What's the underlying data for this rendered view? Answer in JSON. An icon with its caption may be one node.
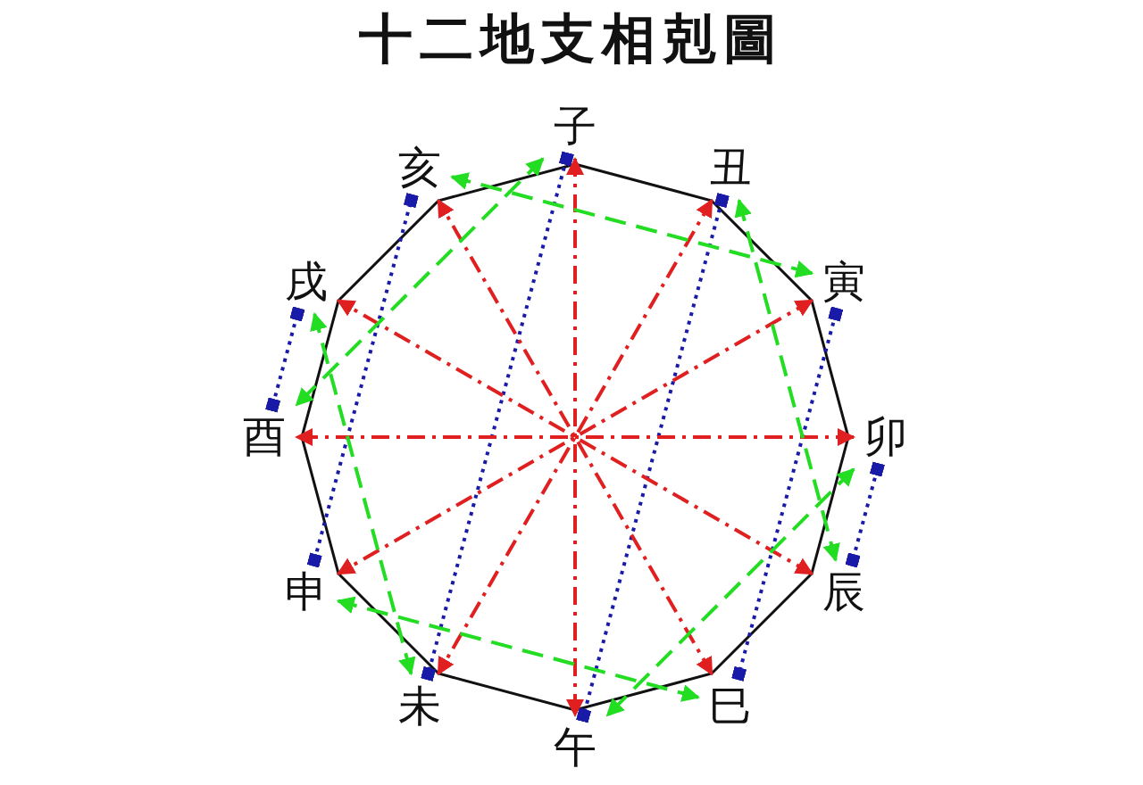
{
  "diagram": {
    "title": "十二地支相剋圖",
    "nodes": [
      {
        "text": [
          "子"
        ]
      },
      {
        "text": [
          "丑"
        ]
      },
      {
        "text": [
          "寅"
        ]
      },
      {
        "text": [
          "卯"
        ]
      },
      {
        "text": [
          "辰"
        ]
      },
      {
        "text": [
          "巳"
        ]
      },
      {
        "text": [
          "午"
        ]
      },
      {
        "text": [
          "未"
        ]
      },
      {
        "text": [
          "申"
        ]
      },
      {
        "text": [
          "酉"
        ]
      },
      {
        "text": [
          "戌"
        ]
      },
      {
        "text": [
          "亥"
        ]
      }
    ],
    "edges": [
      {
        "from": 0,
        "to": 6,
        "arrow": "both",
        "style": "dashed",
        "color": "#e02020"
      },
      {
        "from": 1,
        "to": 7,
        "arrow": "both",
        "style": "dashed",
        "color": "#e02020"
      },
      {
        "from": 2,
        "to": 8,
        "arrow": "both",
        "style": "dashed",
        "color": "#e02020"
      },
      {
        "from": 3,
        "to": 9,
        "arrow": "both",
        "style": "dashed",
        "color": "#e02020"
      },
      {
        "from": 4,
        "to": 10,
        "arrow": "both",
        "style": "dashed",
        "color": "#e02020"
      },
      {
        "from": 5,
        "to": 11,
        "arrow": "both",
        "style": "dashed",
        "color": "#e02020"
      },
      {
        "from": 0,
        "to": 9,
        "arrow": "both",
        "style": "dashed",
        "color": "#22dd22"
      },
      {
        "from": 1,
        "to": 4,
        "arrow": "both",
        "style": "dashed",
        "color": "#22dd22"
      },
      {
        "from": 2,
        "to": 11,
        "arrow": "both",
        "style": "dashed",
        "color": "#22dd22"
      },
      {
        "from": 3,
        "to": 6,
        "arrow": "both",
        "style": "dashed",
        "color": "#22dd22"
      },
      {
        "from": 5,
        "to": 8,
        "arrow": "both",
        "style": "dashed",
        "color": "#22dd22"
      },
      {
        "from": 7,
        "to": 10,
        "arrow": "both",
        "style": "dashed",
        "color": "#22dd22"
      },
      {
        "from": 0,
        "to": 7,
        "arrow": "other",
        "style": "dashed",
        "color": "#1a1aa8"
      },
      {
        "from": 1,
        "to": 6,
        "arrow": "other",
        "style": "dashed",
        "color": "#1a1aa8"
      },
      {
        "from": 2,
        "to": 5,
        "arrow": "other",
        "style": "dashed",
        "color": "#1a1aa8"
      },
      {
        "from": 3,
        "to": 4,
        "arrow": "other",
        "style": "dashed",
        "color": "#1a1aa8"
      },
      {
        "from": 8,
        "to": 11,
        "arrow": "other",
        "style": "dashed",
        "color": "#1a1aa8"
      },
      {
        "from": 9,
        "to": 10,
        "arrow": "other",
        "style": "dashed",
        "color": "#1a1aa8"
      }
    ]
  }
}
